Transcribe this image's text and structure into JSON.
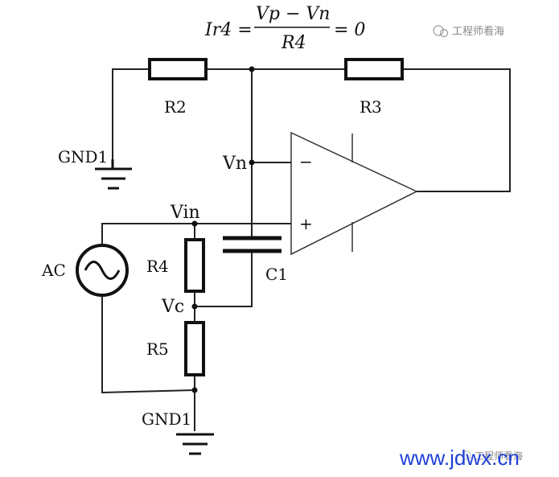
{
  "formula": {
    "lhs": "Ir4 =",
    "numerator": "Vp − Vn",
    "denominator": "R4",
    "rhs": "= 0"
  },
  "watermarks": {
    "top": "工程师看海",
    "bottom": "工程师看海"
  },
  "site": "www.jdwx.cn",
  "labels": {
    "r2": "R2",
    "r3": "R3",
    "r4": "R4",
    "r5": "R5",
    "c1": "C1",
    "vn": "Vn",
    "vin": "Vin",
    "vc": "Vc",
    "ac": "AC",
    "gnd_top": "GND1",
    "gnd_bottom": "GND1",
    "minus": "−",
    "plus": "+"
  }
}
